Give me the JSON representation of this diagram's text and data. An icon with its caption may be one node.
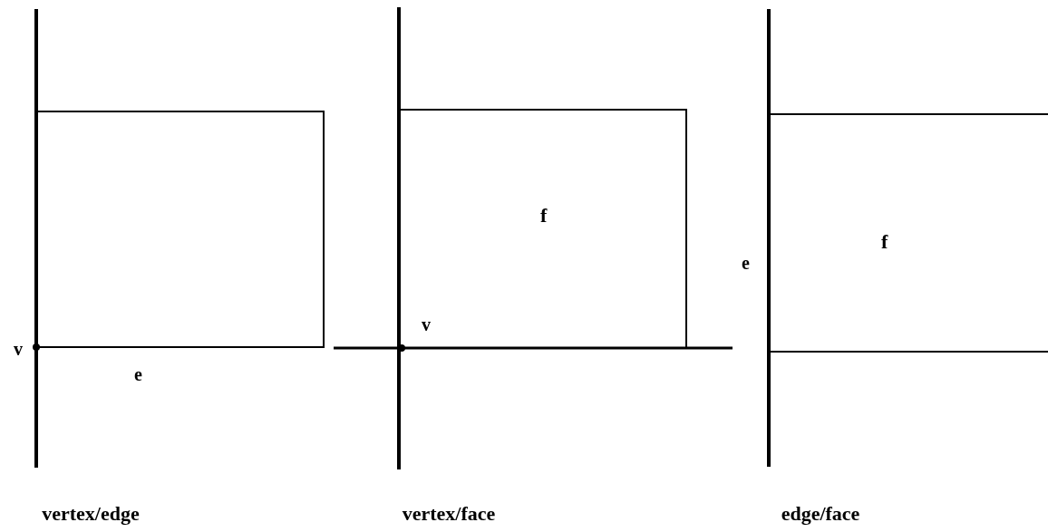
{
  "diagram": {
    "labels": [
      "v",
      "e",
      "vertex/edge",
      "v",
      "f",
      "vertex/face",
      "e",
      "f",
      "edge/face"
    ]
  }
}
